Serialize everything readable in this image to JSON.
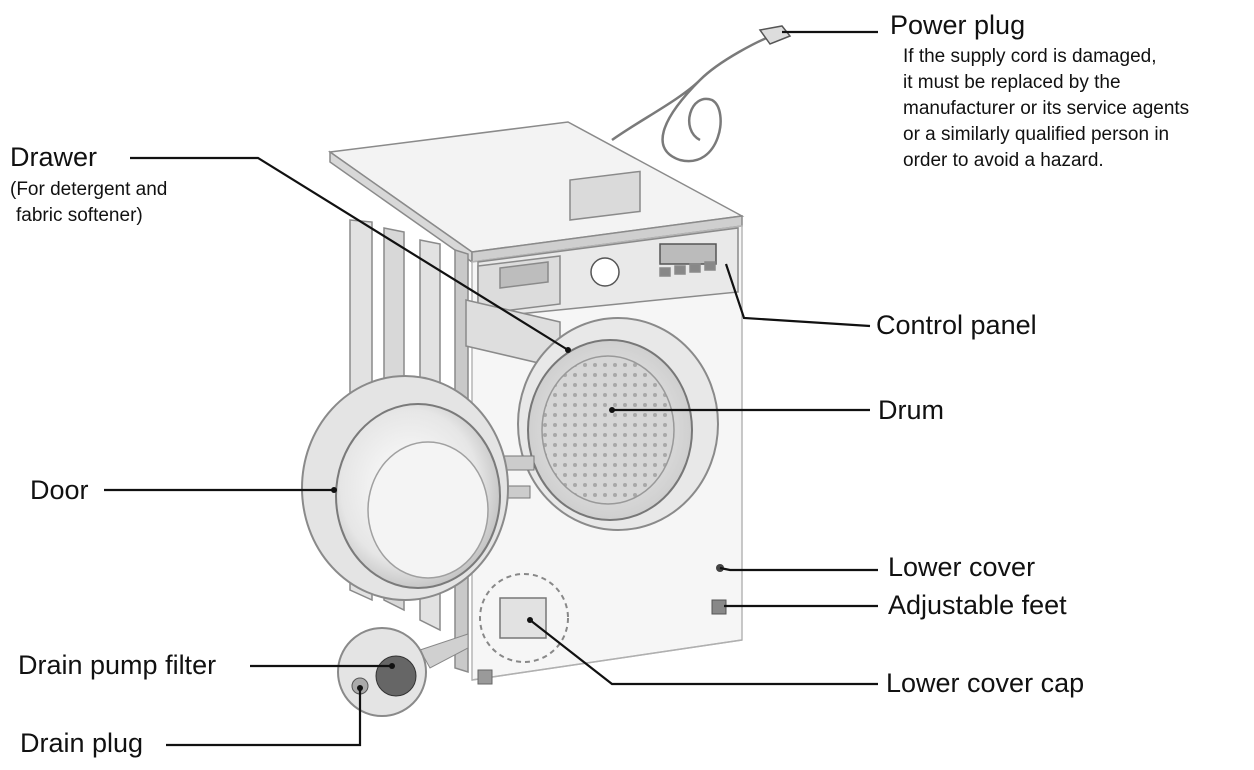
{
  "labels": {
    "power_plug": "Power plug",
    "power_plug_note": "If the supply cord is damaged,\nit must be replaced by the\nmanufacturer or its service agents\nor a similarly qualified person in\norder to avoid a hazard.",
    "drawer": "Drawer",
    "drawer_note_1": "(For detergent and",
    "drawer_note_2": "fabric softener)",
    "control_panel": "Control panel",
    "drum": "Drum",
    "door": "Door",
    "lower_cover": "Lower cover",
    "adjustable_feet": "Adjustable feet",
    "drain_pump_filter": "Drain pump filter",
    "lower_cover_cap": "Lower cover cap",
    "drain_plug": "Drain plug"
  },
  "colors": {
    "line": "#111111",
    "body_light": "#f2f2f2",
    "body_mid": "#dcdcdc",
    "body_dark": "#9a9a9a",
    "filter_dark": "#555555"
  }
}
